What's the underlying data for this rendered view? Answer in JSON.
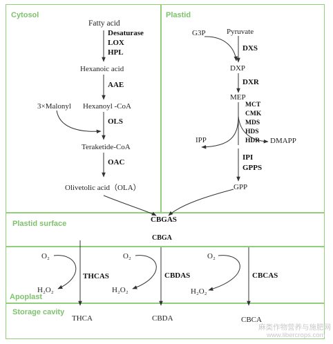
{
  "compartments": {
    "cytosol": "Cytosol",
    "plastid": "Plastid",
    "plastid_surface": "Plastid surface",
    "apoplast": "Apoplast",
    "storage_cavity": "Storage cavity"
  },
  "cytosol": {
    "fatty_acid": "Fatty acid",
    "enzymes_1": [
      "Desaturase",
      "LOX",
      "HPL"
    ],
    "hexanoic_acid": "Hexanoic acid",
    "enzyme_aae": "AAE",
    "malonyl": "3×Malonyl",
    "hexanoyl_coa": "Hexanoyl -CoA",
    "enzyme_ols": "OLS",
    "teraketide_coa": "Teraketide-CoA",
    "enzyme_oac": "OAC",
    "olivetolic_acid": "Olivetolic acid（OLA）"
  },
  "plastid": {
    "g3p": "G3P",
    "pyruvate": "Pyruvate",
    "enzyme_dxs": "DXS",
    "dxp": "DXP",
    "enzyme_dxr": "DXR",
    "mep": "MEP",
    "mep_enzymes": [
      "MCT",
      "CMK",
      "MDS",
      "HDS",
      "HDR"
    ],
    "ipp": "IPP",
    "dmapp": "DMAPP",
    "enzymes_2": [
      "IPI",
      "GPPS"
    ],
    "gpp": "GPP"
  },
  "surface": {
    "cbgas": "CBGAS",
    "cbga": "CBGA"
  },
  "apoplast": {
    "o2": [
      "O₂",
      "O₂",
      "O₂"
    ],
    "h2o2": [
      "H₂O₂",
      "H₂O₂",
      "H₂O₂"
    ],
    "enzymes": [
      "THCAS",
      "CBDAS",
      "CBCAS"
    ]
  },
  "storage": {
    "products": [
      "THCA",
      "CBDA",
      "CBCA"
    ]
  },
  "watermark": {
    "line1": "麻类作物营养与施肥网",
    "line2": "www.libercrops.com"
  }
}
